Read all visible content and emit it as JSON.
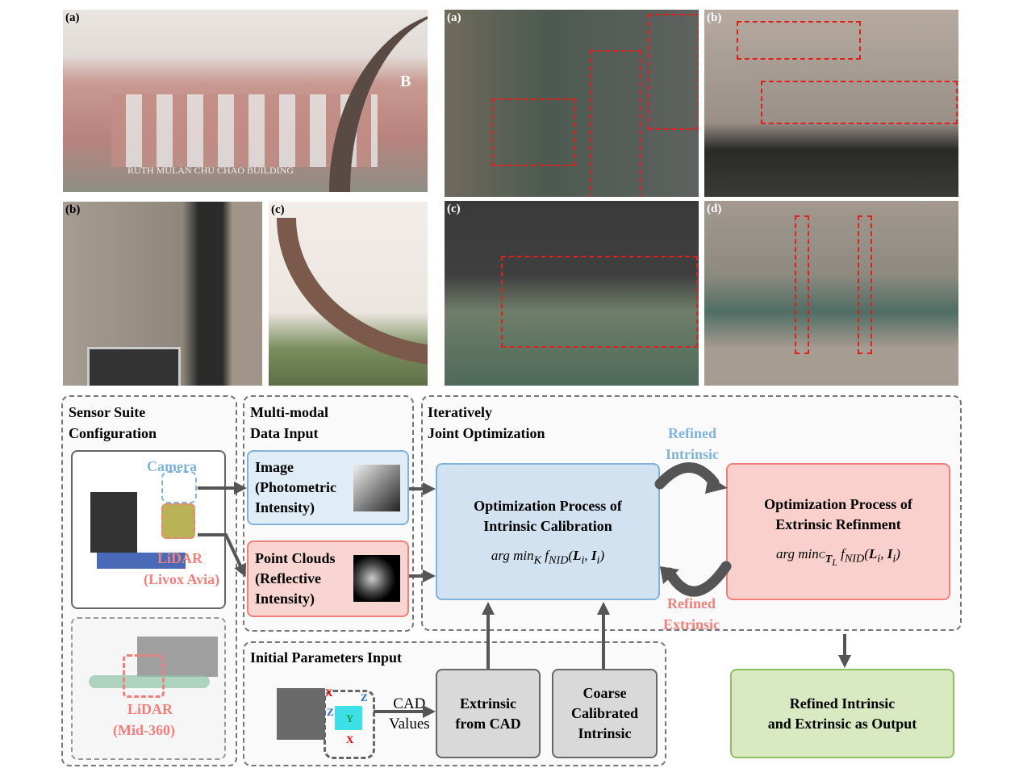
{
  "photos_left": [
    {
      "label": "(a)",
      "sign": "RUTH MULAN CHU CHAO BUILDING",
      "tag": "B"
    },
    {
      "label": "(b)"
    },
    {
      "label": "(c)"
    }
  ],
  "photos_right": [
    {
      "label": "(a)"
    },
    {
      "label": "(b)"
    },
    {
      "label": "(c)"
    },
    {
      "label": "(d)"
    }
  ],
  "sensor": {
    "title1": "Sensor Suite",
    "title2": "Configuration",
    "camera": "Camera",
    "lidar1": "LiDAR",
    "lidar1_model": "(Livox Avia)",
    "lidar2": "LiDAR",
    "lidar2_model": "(Mid-360)"
  },
  "multimodal": {
    "title1": "Multi-modal",
    "title2": "Data Input",
    "image": [
      "Image",
      "(Photometric",
      "Intensity)"
    ],
    "points": [
      "Point Clouds",
      "(Reflective",
      "Intensity)"
    ]
  },
  "joint": {
    "title1": "Iteratively",
    "title2": "Joint Optimization",
    "intrinsic": {
      "line1": "Optimization Process of",
      "line2": "Intrinsic Calibration",
      "formula": "arg min_K f_NID(L_i, I_i)"
    },
    "extrinsic": {
      "line1": "Optimization Process of",
      "line2": "Extrinsic Refinment",
      "formula": "arg min_{CT_L} f_NID(L_i, I_i)"
    },
    "refined_intrinsic": [
      "Refined",
      "Intrinsic"
    ],
    "refined_extrinsic": [
      "Refined",
      "Extrinsic"
    ]
  },
  "initial": {
    "title": "Initial Parameters Input",
    "cad": [
      "CAD",
      "Values"
    ],
    "extrinsic_cad": [
      "Extrinsic",
      "from CAD"
    ],
    "coarse": [
      "Coarse",
      "Calibrated",
      "Intrinsic"
    ]
  },
  "output": [
    "Refined Intrinsic",
    "and Extrinsic as Output"
  ],
  "colors": {
    "blue": "#7fb3dc",
    "red": "#f2807a",
    "green": "#d9eac3"
  }
}
